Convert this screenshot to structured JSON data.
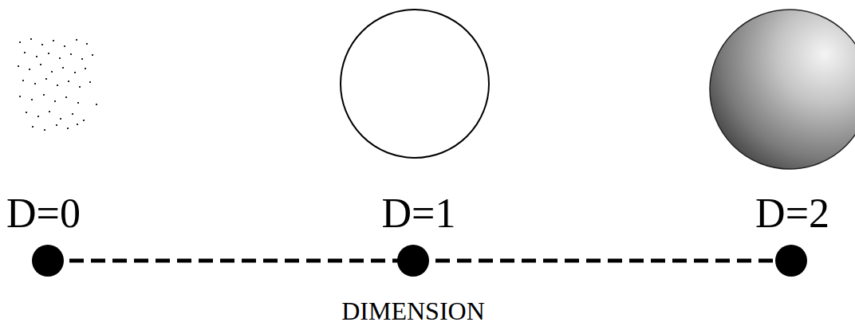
{
  "diagram": {
    "labels": [
      "D=0",
      "D=1",
      "D=2",
      "DIMENSION"
    ]
  }
}
